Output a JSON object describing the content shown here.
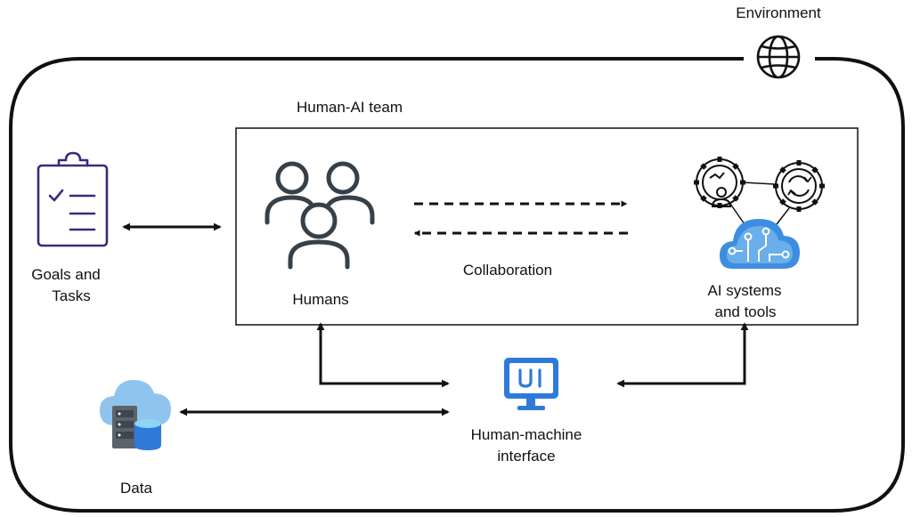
{
  "environment": {
    "label": "Environment",
    "icon": "globe-icon"
  },
  "team": {
    "label": "Human-AI team"
  },
  "nodes": {
    "goals": {
      "line1": "Goals and",
      "line2": "Tasks",
      "icon": "clipboard-checklist-icon"
    },
    "humans": {
      "label": "Humans",
      "icon": "people-group-icon"
    },
    "ai": {
      "line1": "AI systems",
      "line2": "and tools",
      "icon": "ai-brain-gears-cloud-icon"
    },
    "hmi": {
      "line1": "Human-machine",
      "line2": "interface",
      "icon": "ui-monitor-icon"
    },
    "data": {
      "label": "Data",
      "icon": "cloud-database-icon"
    }
  },
  "collaboration": {
    "label": "Collaboration"
  },
  "colors": {
    "outline": "#111111",
    "clipboard": "#3a2a80",
    "people": "#36404a",
    "ui_blue": "#2f7ad9",
    "cloud_blue": "#3d8ee0",
    "cloud_light": "#8fc4ef",
    "server_gray": "#5b636d"
  }
}
